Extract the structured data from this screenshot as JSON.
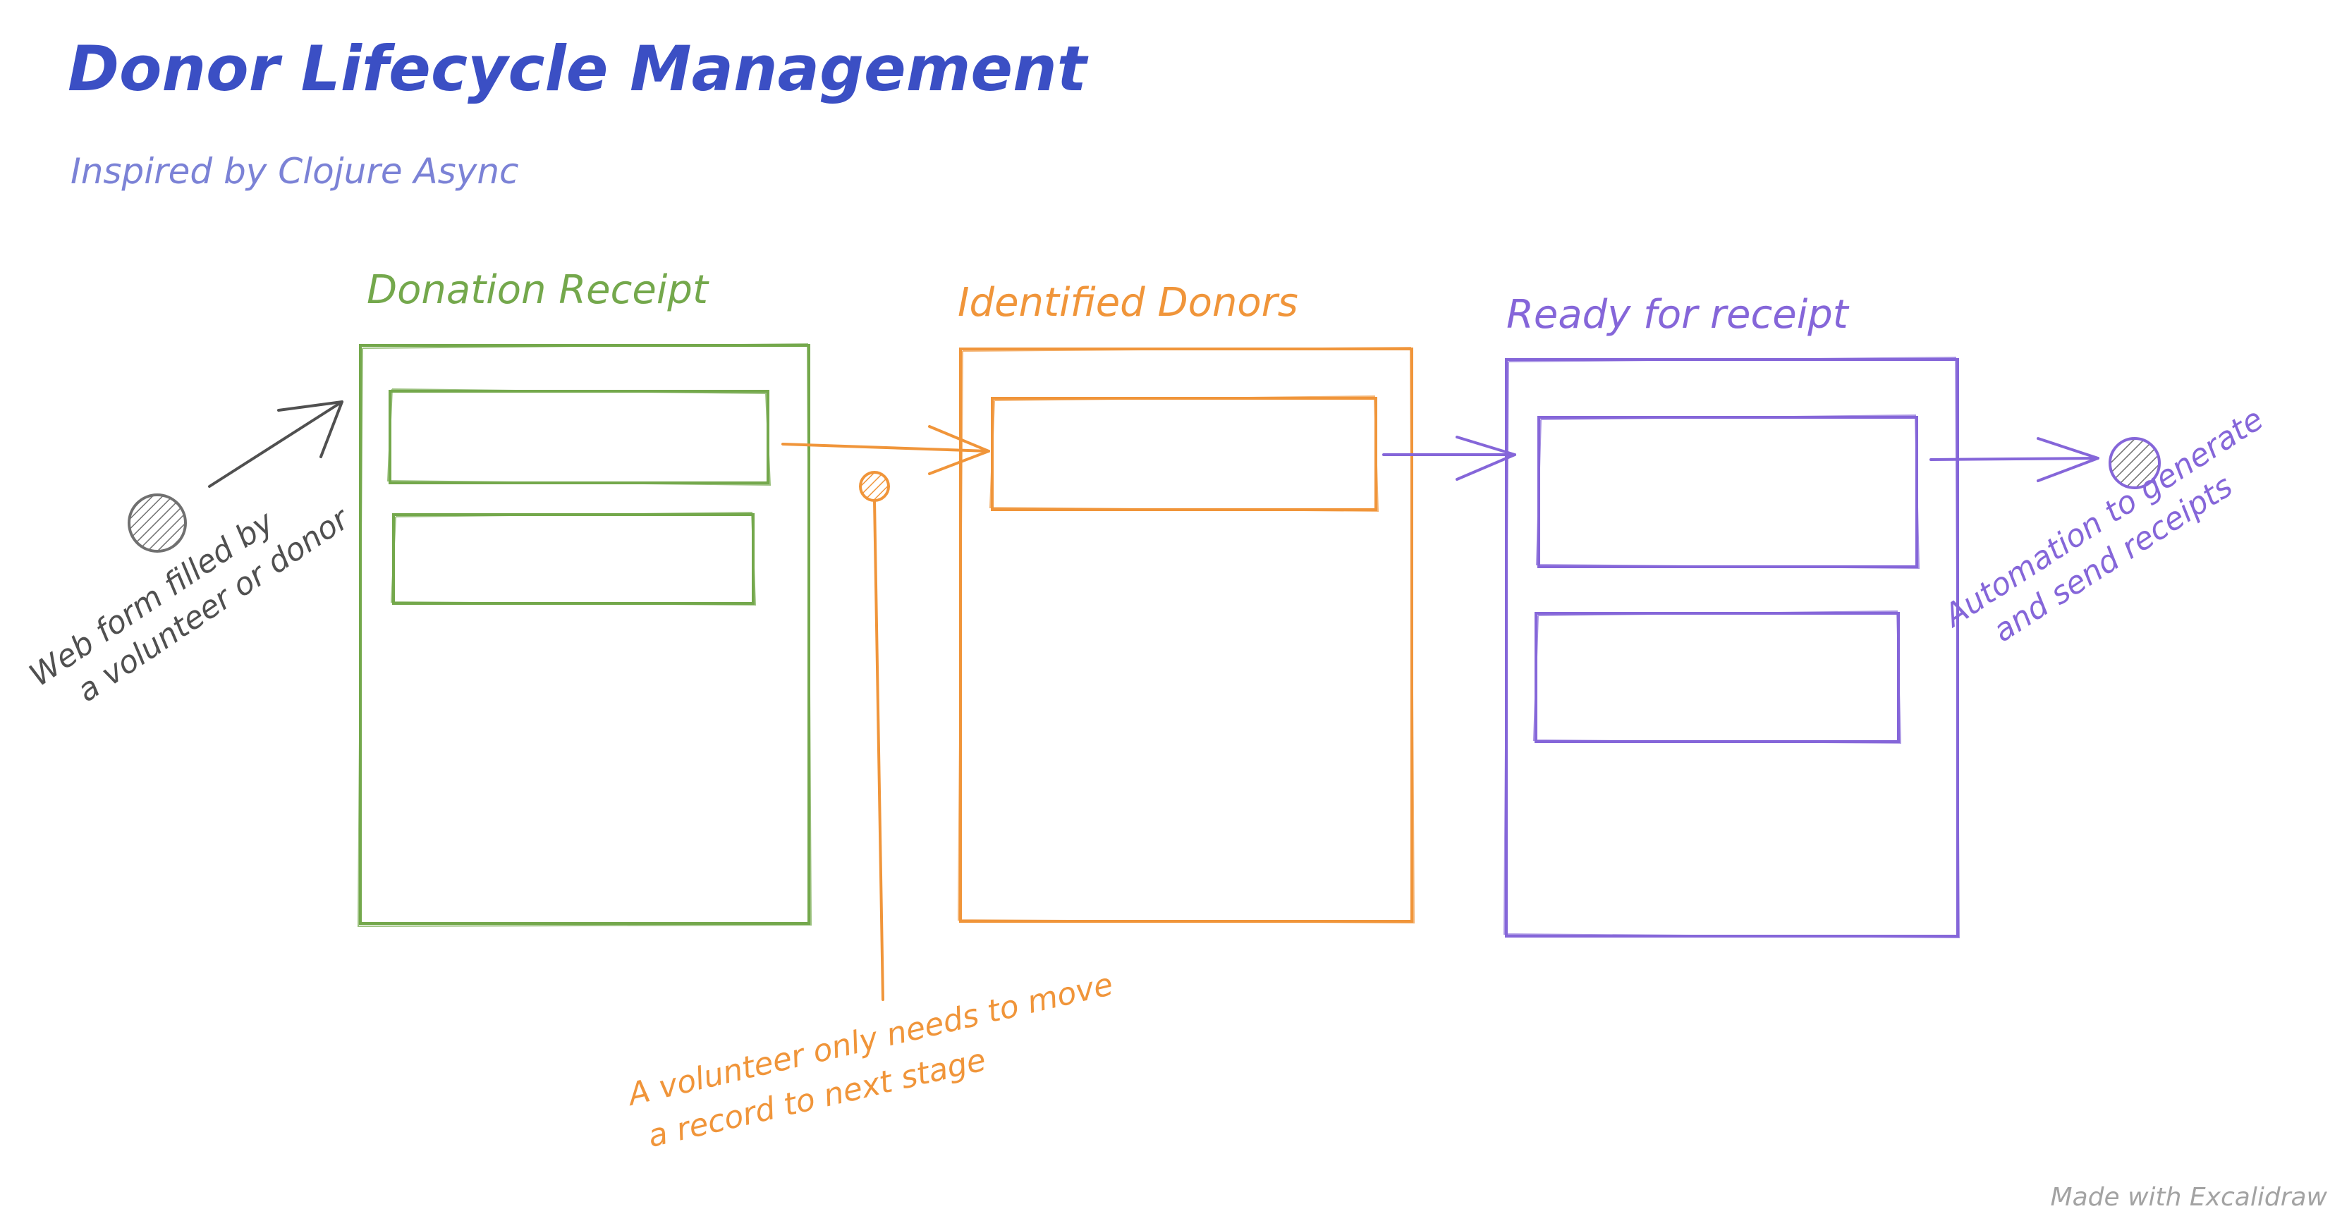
{
  "title": "Donor Lifecycle Management",
  "subtitle": "Inspired by Clojure Async",
  "stages": [
    {
      "label": "Donation Receipt",
      "color": "#74a84c",
      "cards": 2
    },
    {
      "label": "Identified Donors",
      "color": "#f0953a",
      "cards": 1
    },
    {
      "label": "Ready for receipt",
      "color": "#8566d9",
      "cards": 2
    }
  ],
  "notes": {
    "input_line1": "Web form filled by",
    "input_line2": "a volunteer or donor",
    "volunteer_line1": "A volunteer only needs to move",
    "volunteer_line2": "a record to next stage",
    "automation_line1": "Automation to generate",
    "automation_line2": "and send receipts"
  },
  "footer": "Made with Excalidraw",
  "colors": {
    "title": "#3b4fc4",
    "subtitle": "#7b82d6",
    "note_gray": "#505050",
    "footer": "#a3a3a3",
    "dot_fill": "#d0d0d0",
    "dot_stroke": "#707070"
  }
}
